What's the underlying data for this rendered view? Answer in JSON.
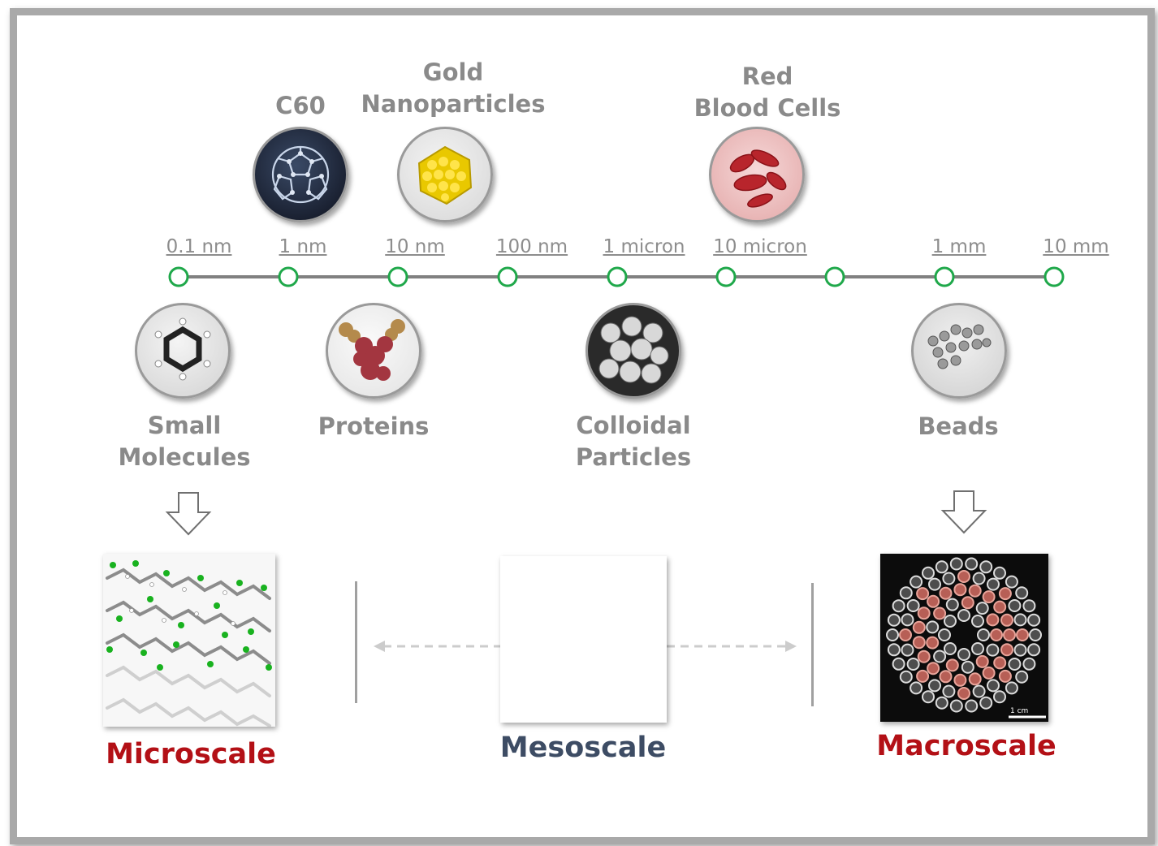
{
  "titles": {
    "c60": "C60",
    "gold": "Gold\nNanoparticles",
    "rbc": "Red\nBlood Cells",
    "small_molecules": "Small\nMolecules",
    "proteins": "Proteins",
    "colloidal": "Colloidal\nParticles",
    "beads": "Beads"
  },
  "scale_labels": [
    "0.1 nm",
    "1 nm",
    "10 nm",
    "100 nm",
    "1 micron",
    "10 micron",
    "1 mm",
    "10 mm"
  ],
  "scales": {
    "micro": "Microscale",
    "meso": "Mesoscale",
    "macro": "Macroscale"
  },
  "scale_bar": "1 cm",
  "colors": {
    "node": "#1fa84a",
    "line": "#808080",
    "text": "#8a8a8a",
    "micro": "#b31016",
    "meso": "#3d4c64",
    "macro": "#b31016"
  }
}
